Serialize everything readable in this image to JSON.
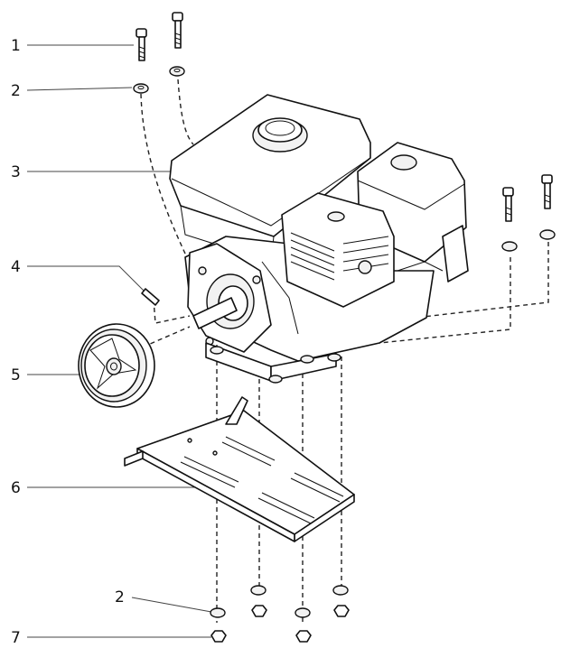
{
  "callouts": [
    {
      "id": "1",
      "label": "1"
    },
    {
      "id": "2",
      "label": "2"
    },
    {
      "id": "3",
      "label": "3"
    },
    {
      "id": "4",
      "label": "4"
    },
    {
      "id": "5",
      "label": "5"
    },
    {
      "id": "6",
      "label": "6"
    },
    {
      "id": "2b",
      "label": "2"
    },
    {
      "id": "7",
      "label": "7"
    }
  ]
}
